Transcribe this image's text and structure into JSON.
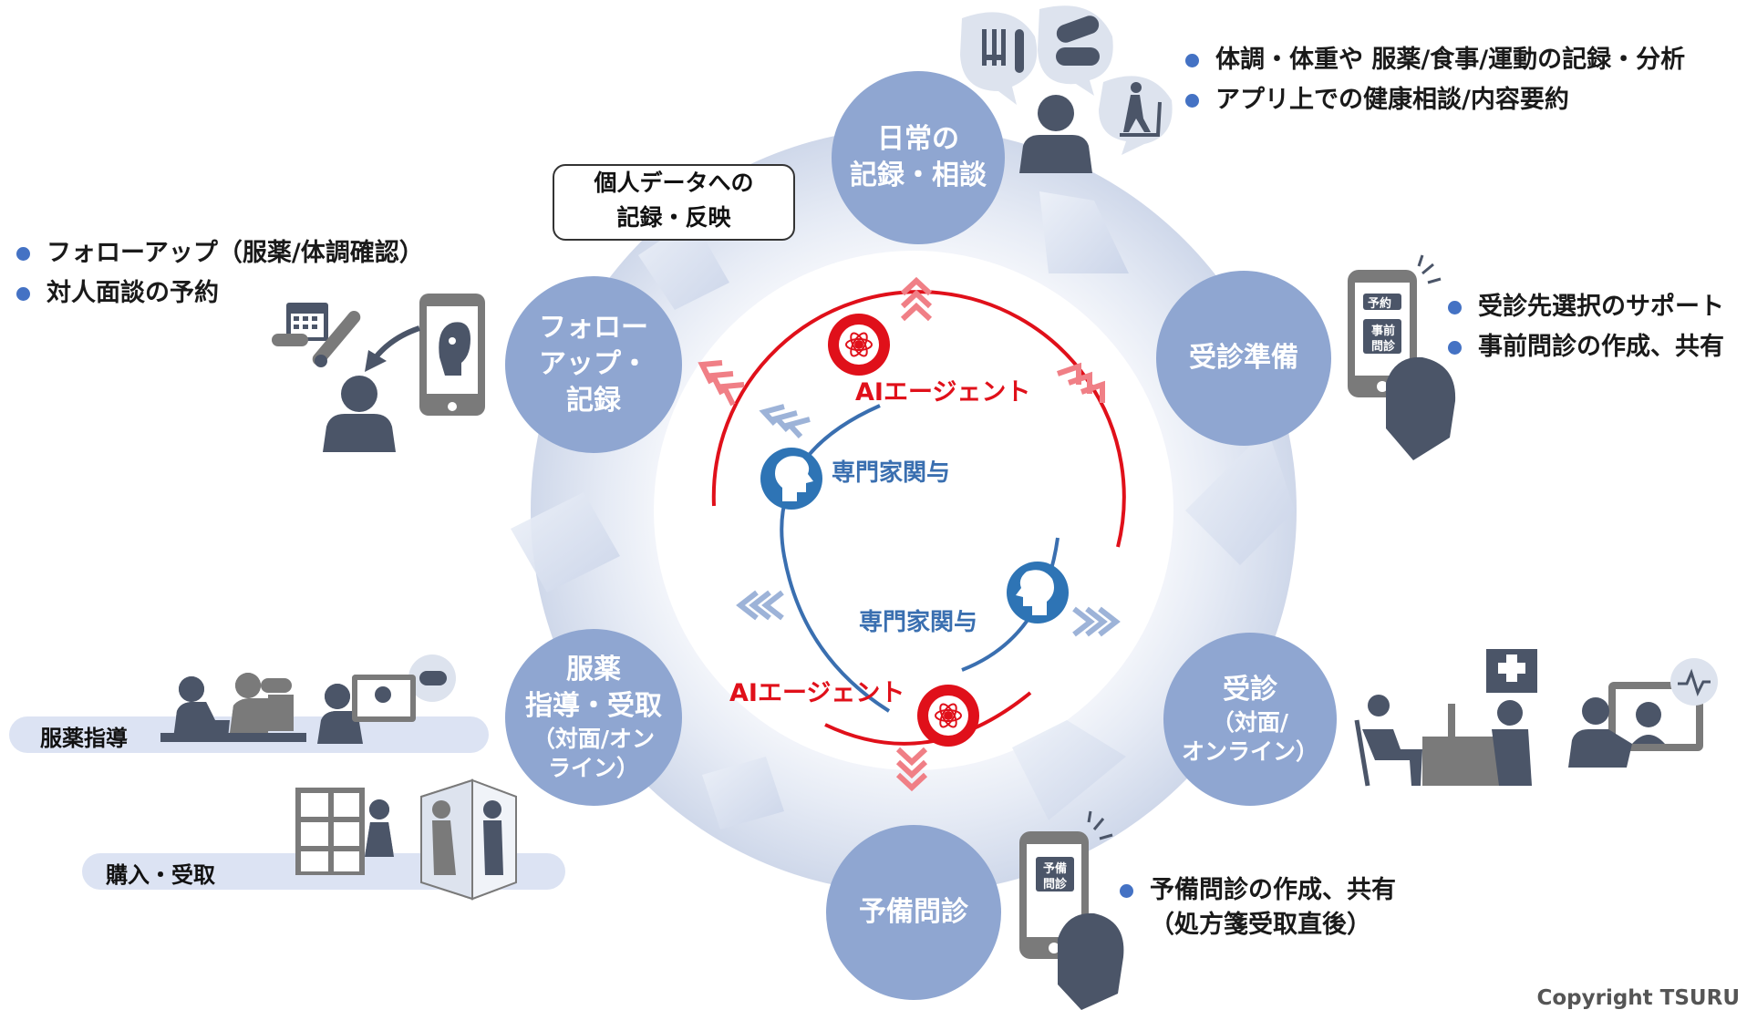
{
  "nodes": {
    "daily": {
      "line1": "日常の",
      "line2": "記録・相談"
    },
    "prep": {
      "label": "受診準備"
    },
    "visit": {
      "title": "受診",
      "sub1": "（対面/",
      "sub2": "オンライン）"
    },
    "preconsult": {
      "label": "予備問診"
    },
    "medication": {
      "line1": "服薬",
      "line2": "指導・受取",
      "sub1": "（対面/オン",
      "sub2": "ライン）"
    },
    "followup": {
      "line1": "フォロー",
      "line2": "アップ・",
      "line3": "記録"
    }
  },
  "note_box": {
    "line1": "個人データへの",
    "line2": "記録・反映"
  },
  "bullets": {
    "daily": [
      "体調・体重や 服薬/食事/運動の記録・分析",
      "アプリ上での健康相談/内容要約"
    ],
    "prep": [
      "受診先選択のサポート",
      "事前問診の作成、共有"
    ],
    "followup": [
      "フォローアップ（服薬/体調確認）",
      "対人面談の予約"
    ],
    "preconsult_line1": "予備問診の作成、共有",
    "preconsult_line2": "（処方箋受取直後）"
  },
  "center": {
    "ai_top": "AIエージェント",
    "expert_top": "専門家関与",
    "expert_bottom": "専門家関与",
    "ai_bottom": "AIエージェント"
  },
  "pills": {
    "medication_guidance": "服薬指導",
    "purchase": "購入・受取"
  },
  "phone_labels": {
    "prep_a": "予約",
    "prep_b1": "事前",
    "prep_b2": "問診",
    "pre1": "予備",
    "pre2": "問診"
  },
  "copyright": "Copyright TSURU",
  "colors": {
    "node": "#8FA6D1",
    "ai_red": "#E0101A",
    "expert_blue": "#3A6FB0",
    "bullet": "#4472C4",
    "icon": "#4B5568",
    "arrow": "#D6DDEB"
  },
  "icons": [
    "fork-knife-icon",
    "pill-icon",
    "treadmill-icon",
    "person-icon",
    "phone-icon",
    "hand-icon",
    "calendar-icon",
    "thermometer-icon",
    "brain-icon",
    "head-profile-icon",
    "hospital-icon",
    "doctor-monitor-icon",
    "locker-icon",
    "delivery-icon",
    "chevron-up-icon",
    "chevron-down-icon"
  ]
}
